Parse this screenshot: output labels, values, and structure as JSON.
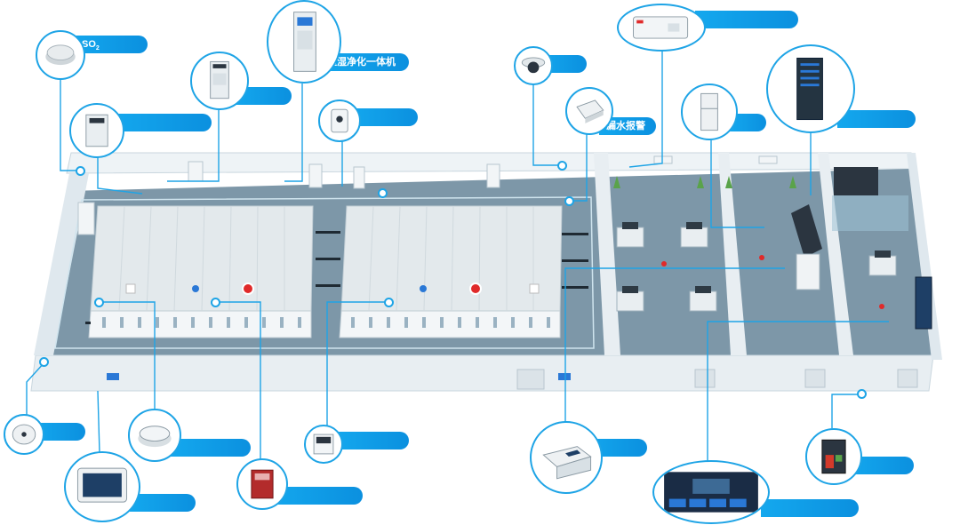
{
  "colors": {
    "accent": "#1ea4e6",
    "floor": "#7d97a8",
    "wall": "#dfe8ee",
    "rack": "#e3e9ec",
    "alarm_red": "#e02a2a",
    "indicator_blue": "#2a78d6"
  },
  "callouts": {
    "so2": {
      "label": "SO",
      "sub": "2",
      "icon": "so2-sensor-icon"
    },
    "purifier": {
      "label": "恒湿净化一体机",
      "icon": "purifier-cabinet-icon"
    },
    "leak": {
      "label": "漏水报警",
      "icon": "leak-alarm-icon"
    },
    "ac_unit": {
      "label": "",
      "icon": "precision-ac-icon"
    },
    "dehumidifier": {
      "label": "",
      "icon": "dehumidifier-icon"
    },
    "wall_sensor": {
      "label": "",
      "icon": "wall-sensor-icon"
    },
    "camera": {
      "label": "",
      "icon": "dome-camera-icon"
    },
    "wall_ac": {
      "label": "",
      "icon": "wall-ac-icon"
    },
    "fridge": {
      "label": "",
      "icon": "cabinet-fridge-icon"
    },
    "server_rack": {
      "label": "",
      "icon": "server-rack-icon"
    },
    "ceiling_sensor": {
      "label": "",
      "icon": "ceiling-sensor-icon"
    },
    "touch_panel": {
      "label": "",
      "icon": "touch-panel-icon"
    },
    "smoke": {
      "label": "",
      "icon": "smoke-detector-icon"
    },
    "fire_panel": {
      "label": "",
      "icon": "fire-panel-icon"
    },
    "thermo": {
      "label": "",
      "icon": "temperature-humidity-icon"
    },
    "console": {
      "label": "",
      "icon": "console-desk-icon"
    },
    "screen": {
      "label": "",
      "icon": "monitor-dashboard-icon"
    },
    "power": {
      "label": "",
      "icon": "power-cabinet-icon"
    }
  }
}
